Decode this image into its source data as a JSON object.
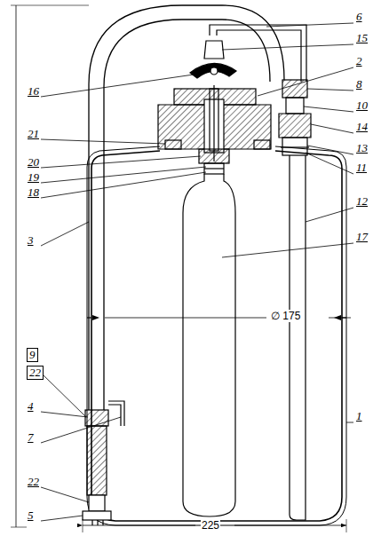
{
  "diagram": {
    "labels": [
      "6",
      "15",
      "2",
      "16",
      "8",
      "21",
      "10",
      "14",
      "20",
      "13",
      "19",
      "11",
      "18",
      "12",
      "3",
      "17",
      "9",
      "22",
      "4",
      "7",
      "∅ 175",
      "1",
      "22",
      "5",
      "225"
    ]
  }
}
